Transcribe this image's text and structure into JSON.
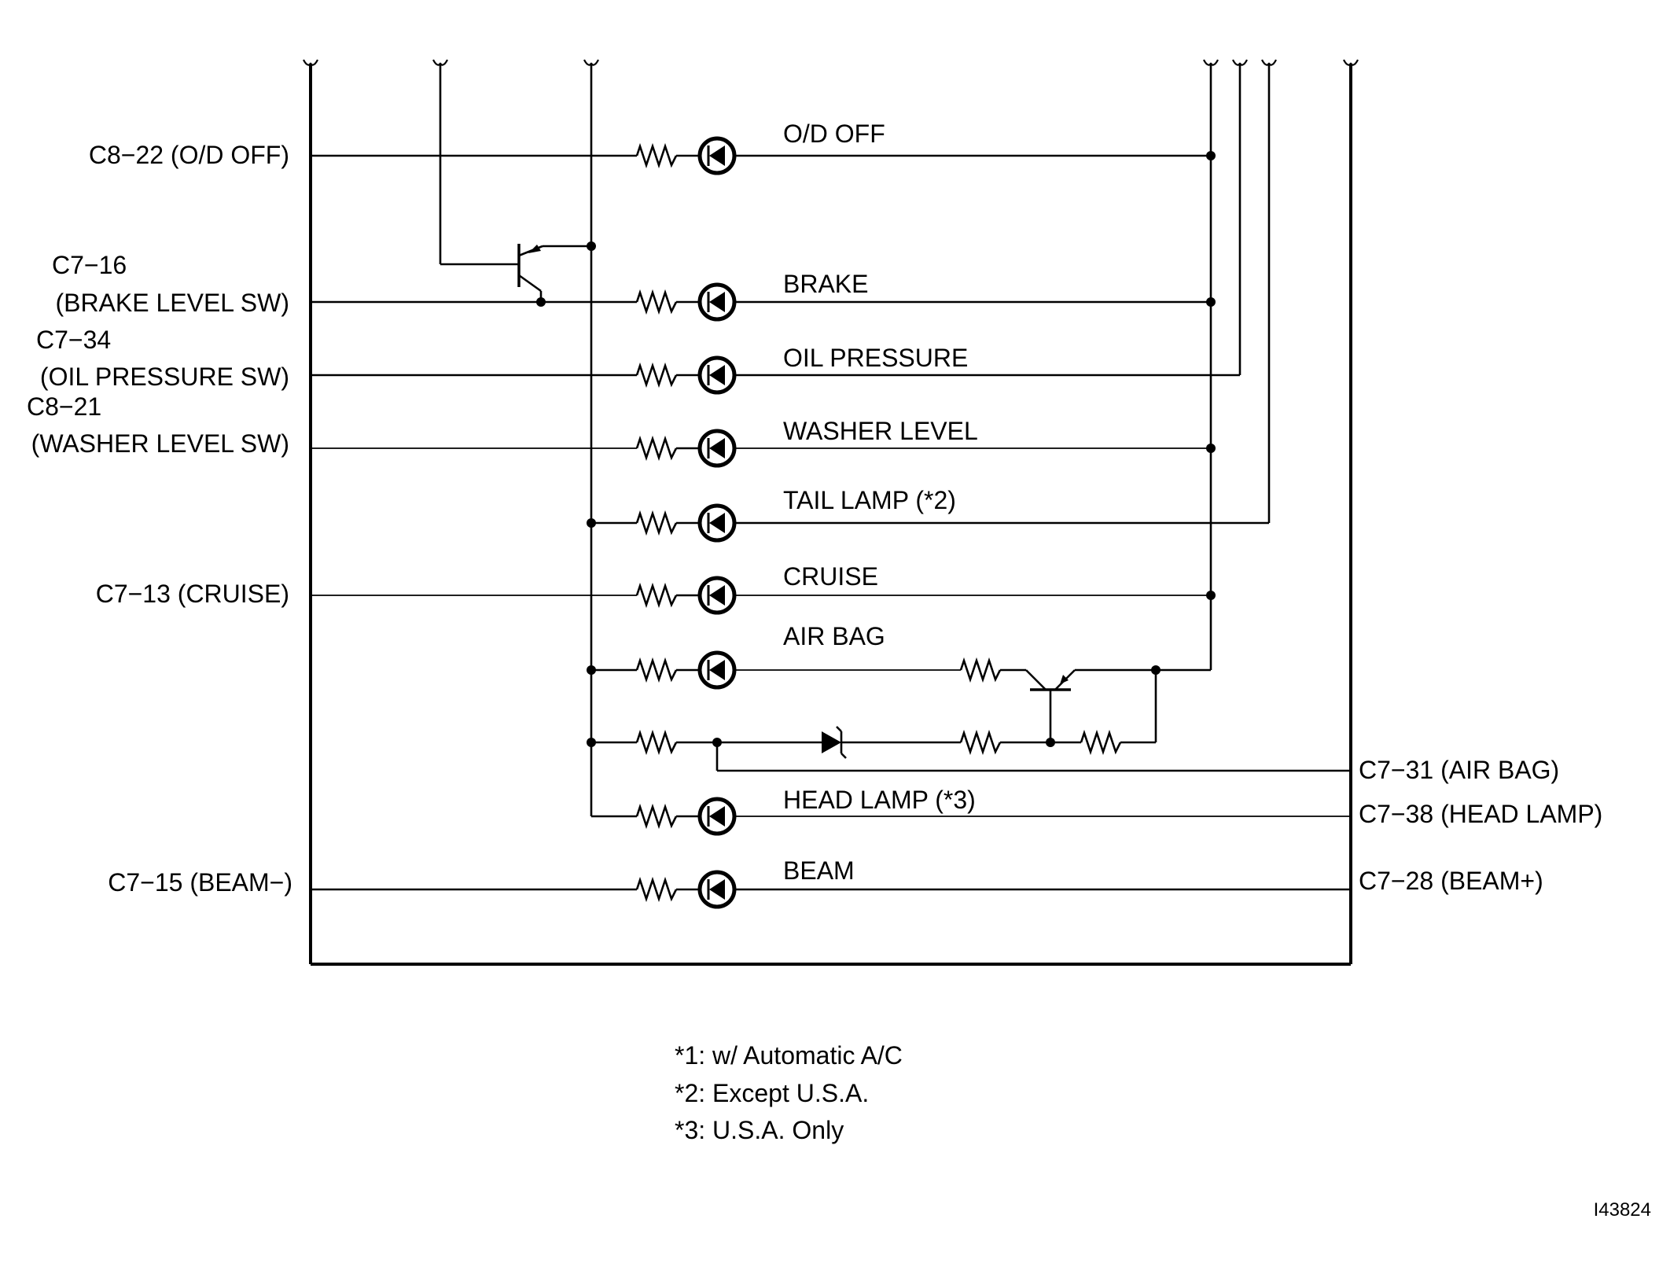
{
  "left_labels": {
    "od_off": "C8−22 (O/D OFF)",
    "brake_code": "C7−16",
    "brake_sw": "(BRAKE LEVEL SW)",
    "oil_code": "C7−34",
    "oil_sw": "(OIL PRESSURE SW)",
    "washer_code": "C8−21",
    "washer_sw": "(WASHER LEVEL SW)",
    "cruise": "C7−13 (CRUISE)",
    "beam_minus": "C7−15 (BEAM−)"
  },
  "right_labels": {
    "airbag": "C7−31 (AIR BAG)",
    "head_lamp": "C7−38 (HEAD LAMP)",
    "beam_plus": "C7−28 (BEAM+)"
  },
  "indicators": {
    "od_off": "O/D OFF",
    "brake": "BRAKE",
    "oil_pressure": "OIL PRESSURE",
    "washer_level": "WASHER LEVEL",
    "tail_lamp": "TAIL LAMP (*2)",
    "cruise": "CRUISE",
    "air_bag": "AIR BAG",
    "head_lamp": "HEAD LAMP (*3)",
    "beam": "BEAM"
  },
  "notes": {
    "n1": "*1: w/ Automatic A/C",
    "n2": "*2: Except U.S.A.",
    "n3": "*3: U.S.A. Only"
  },
  "figure_code": "I43824"
}
